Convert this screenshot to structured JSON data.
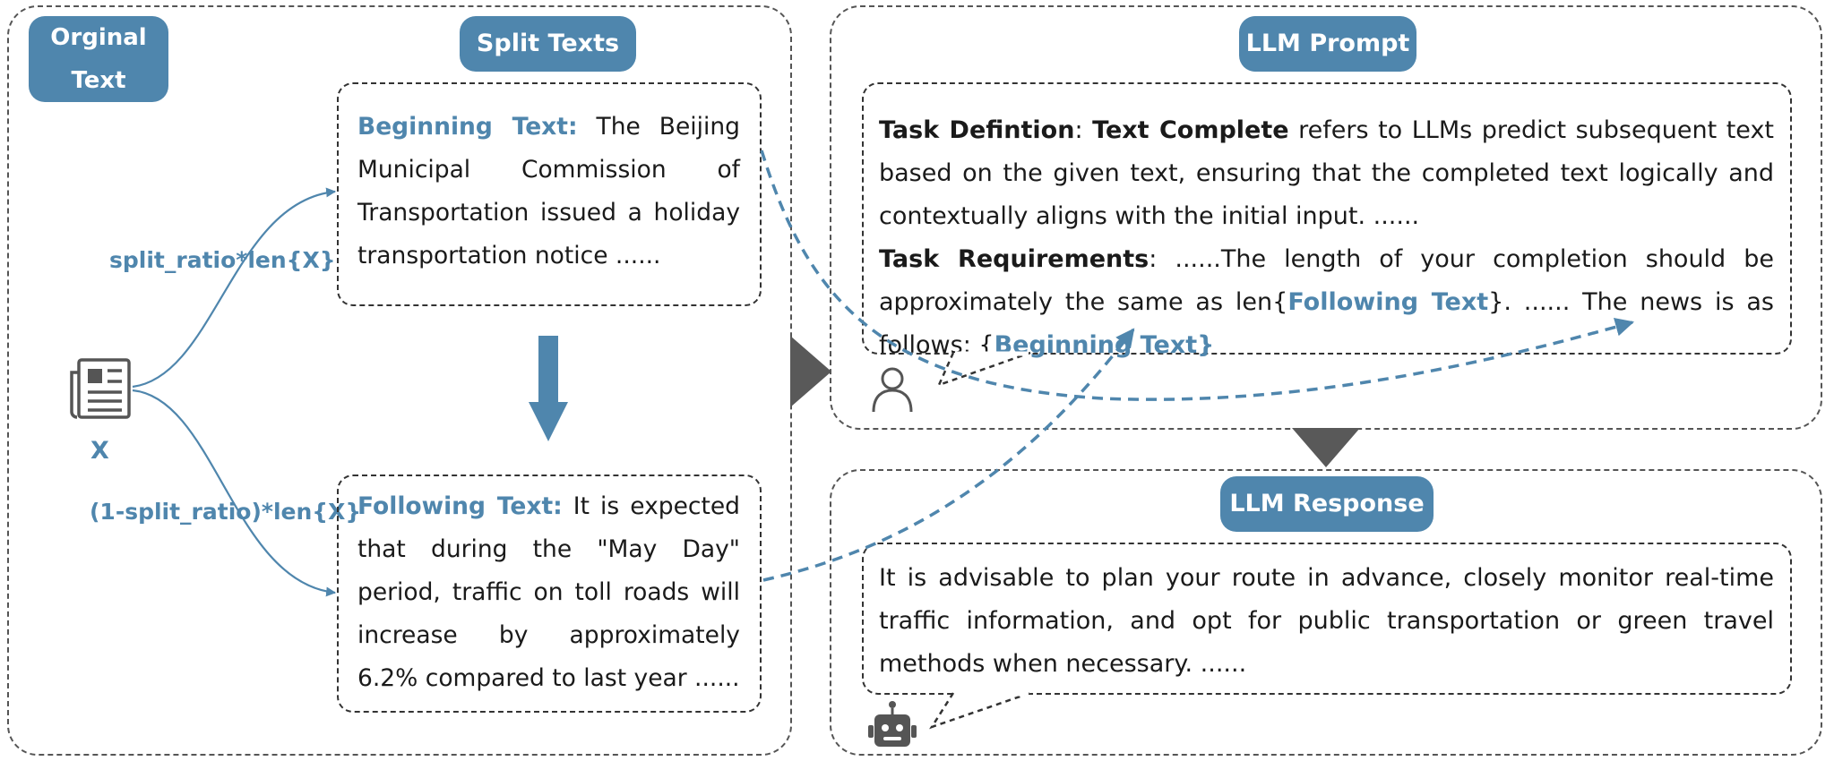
{
  "left_panel": {
    "original_label": "Orginal Text",
    "split_label": "Split Texts",
    "x_label": "X",
    "split_ratio_label": "split_ratio*len{X}",
    "rest_ratio_label": "(1-split_ratio)*len{X}",
    "beginning": {
      "label": "Beginning Text:",
      "text": "The Beijing Municipal Commission of Transportation issued a holiday transportation notice ......"
    },
    "following": {
      "label": "Following Text:",
      "text": "It is expected that during the \"May Day\" period, traffic on toll roads will increase by approximately 6.2% compared to last year ......"
    }
  },
  "prompt_panel": {
    "title": "LLM Prompt",
    "def_label": "Task Defintion",
    "def_colon": ":",
    "def_term": "Text Complete",
    "def_text": "refers to LLMs predict subsequent text based on the given text, ensuring that the completed text logically and contextually aligns with the initial input. ......",
    "req_label": "Task Requirements",
    "req_text_1": ": ......The length of your completion should be approximately the same as len{",
    "req_following": "Following Text",
    "req_text_2": "}. ...... The news is as follows: {",
    "req_beginning": "Beginning Text}"
  },
  "response_panel": {
    "title": "LLM Response",
    "text": "It is advisable to plan your route in advance, closely monitor real-time traffic information, and opt for public transportation or green travel methods when necessary. ......"
  },
  "icons": {
    "document": "newspaper-icon",
    "user": "user-icon",
    "robot": "robot-icon"
  },
  "colors": {
    "accent": "#4f86ad",
    "arrow_dark": "#595959",
    "border": "#555555"
  }
}
